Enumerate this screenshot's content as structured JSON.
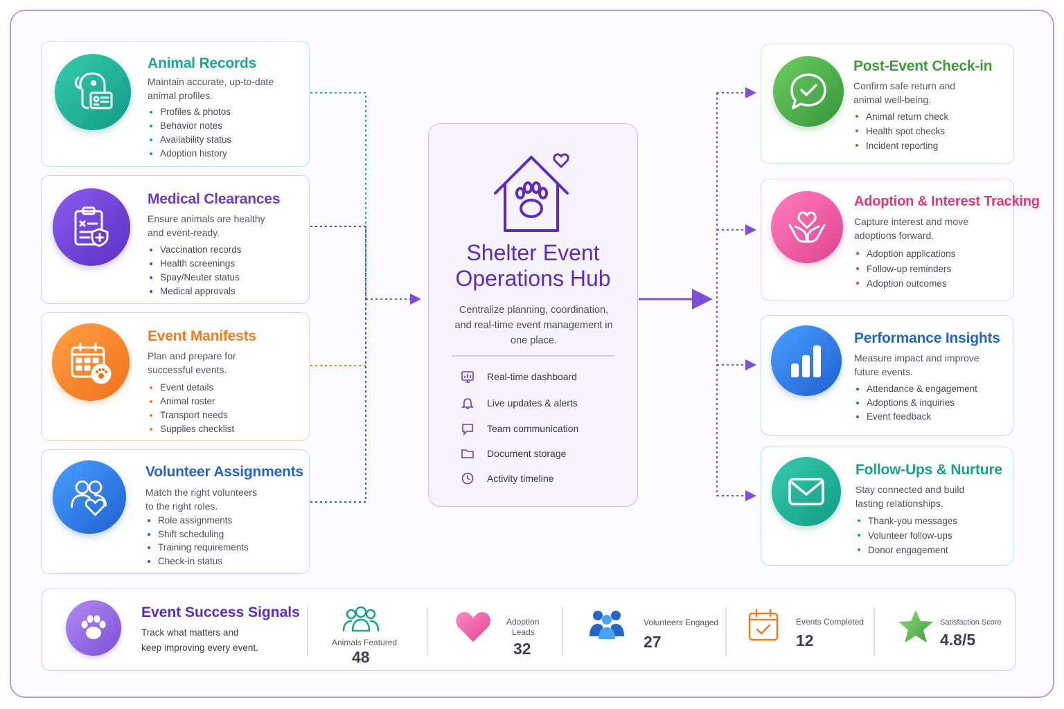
{
  "hub": {
    "title_line1": "Shelter Event",
    "title_line2": "Operations Hub",
    "desc": "Centralize planning, coordination, and real-time event management in one place.",
    "features": [
      "Real-time dashboard",
      "Live updates & alerts",
      "Team communication",
      "Document storage",
      "Activity timeline"
    ]
  },
  "left_cards": [
    {
      "title": "Animal Records",
      "desc": "Maintain accurate, up-to-date animal profiles.",
      "items": [
        "Profiles & photos",
        "Behavior notes",
        "Availability status",
        "Adoption history"
      ],
      "color": "#1aa88e"
    },
    {
      "title": "Medical Clearances",
      "desc": "Ensure animals are healthy and event-ready.",
      "items": [
        "Vaccination records",
        "Health screenings",
        "Spay/Neuter status",
        "Medical approvals"
      ],
      "color": "#6a3bc9"
    },
    {
      "title": "Event Manifests",
      "desc": "Plan and prepare for successful events.",
      "items": [
        "Event details",
        "Animal roster",
        "Transport needs",
        "Supplies checklist"
      ],
      "color": "#ee7d22"
    },
    {
      "title": "Volunteer Assignments",
      "desc": "Match the right volunteers to the right roles.",
      "items": [
        "Role assignments",
        "Shift scheduling",
        "Training requirements",
        "Check-in status"
      ],
      "color": "#2466c8"
    }
  ],
  "right_cards": [
    {
      "title": "Post-Event Check-in",
      "desc": "Confirm safe return and animal well-being.",
      "items": [
        "Animal return check",
        "Health spot checks",
        "Incident reporting"
      ],
      "color": "#3f9a3a"
    },
    {
      "title": "Adoption & Interest Tracking",
      "desc": "Capture interest and move adoptions forward.",
      "items": [
        "Adoption applications",
        "Follow-up reminders",
        "Adoption outcomes"
      ],
      "color": "#e3357a"
    },
    {
      "title": "Performance Insights",
      "desc": "Measure impact and improve future events.",
      "items": [
        "Attendance & engagement",
        "Adoptions & inquiries",
        "Event feedback"
      ],
      "color": "#2466c8"
    },
    {
      "title": "Follow-Ups & Nurture",
      "desc": "Stay connected and build lasting relationships.",
      "items": [
        "Thank-you messages",
        "Volunteer follow-ups",
        "Donor engagement"
      ],
      "color": "#17a08a"
    }
  ],
  "stats": {
    "title": "Event Success Signals",
    "desc_line1": "Track what matters and",
    "desc_line2": "keep improving every event.",
    "animals_label": "Animals Featured",
    "animals_value": "48",
    "adoption_label_1": "Adoption",
    "adoption_label_2": "Leads",
    "adoption_value": "32",
    "volunteers_label": "Volunteers Engaged",
    "volunteers_value": "27",
    "events_label": "Events Completed",
    "events_value": "12",
    "satisfaction_label": "Satisfaction Score",
    "satisfaction_value": "4.8/5"
  }
}
